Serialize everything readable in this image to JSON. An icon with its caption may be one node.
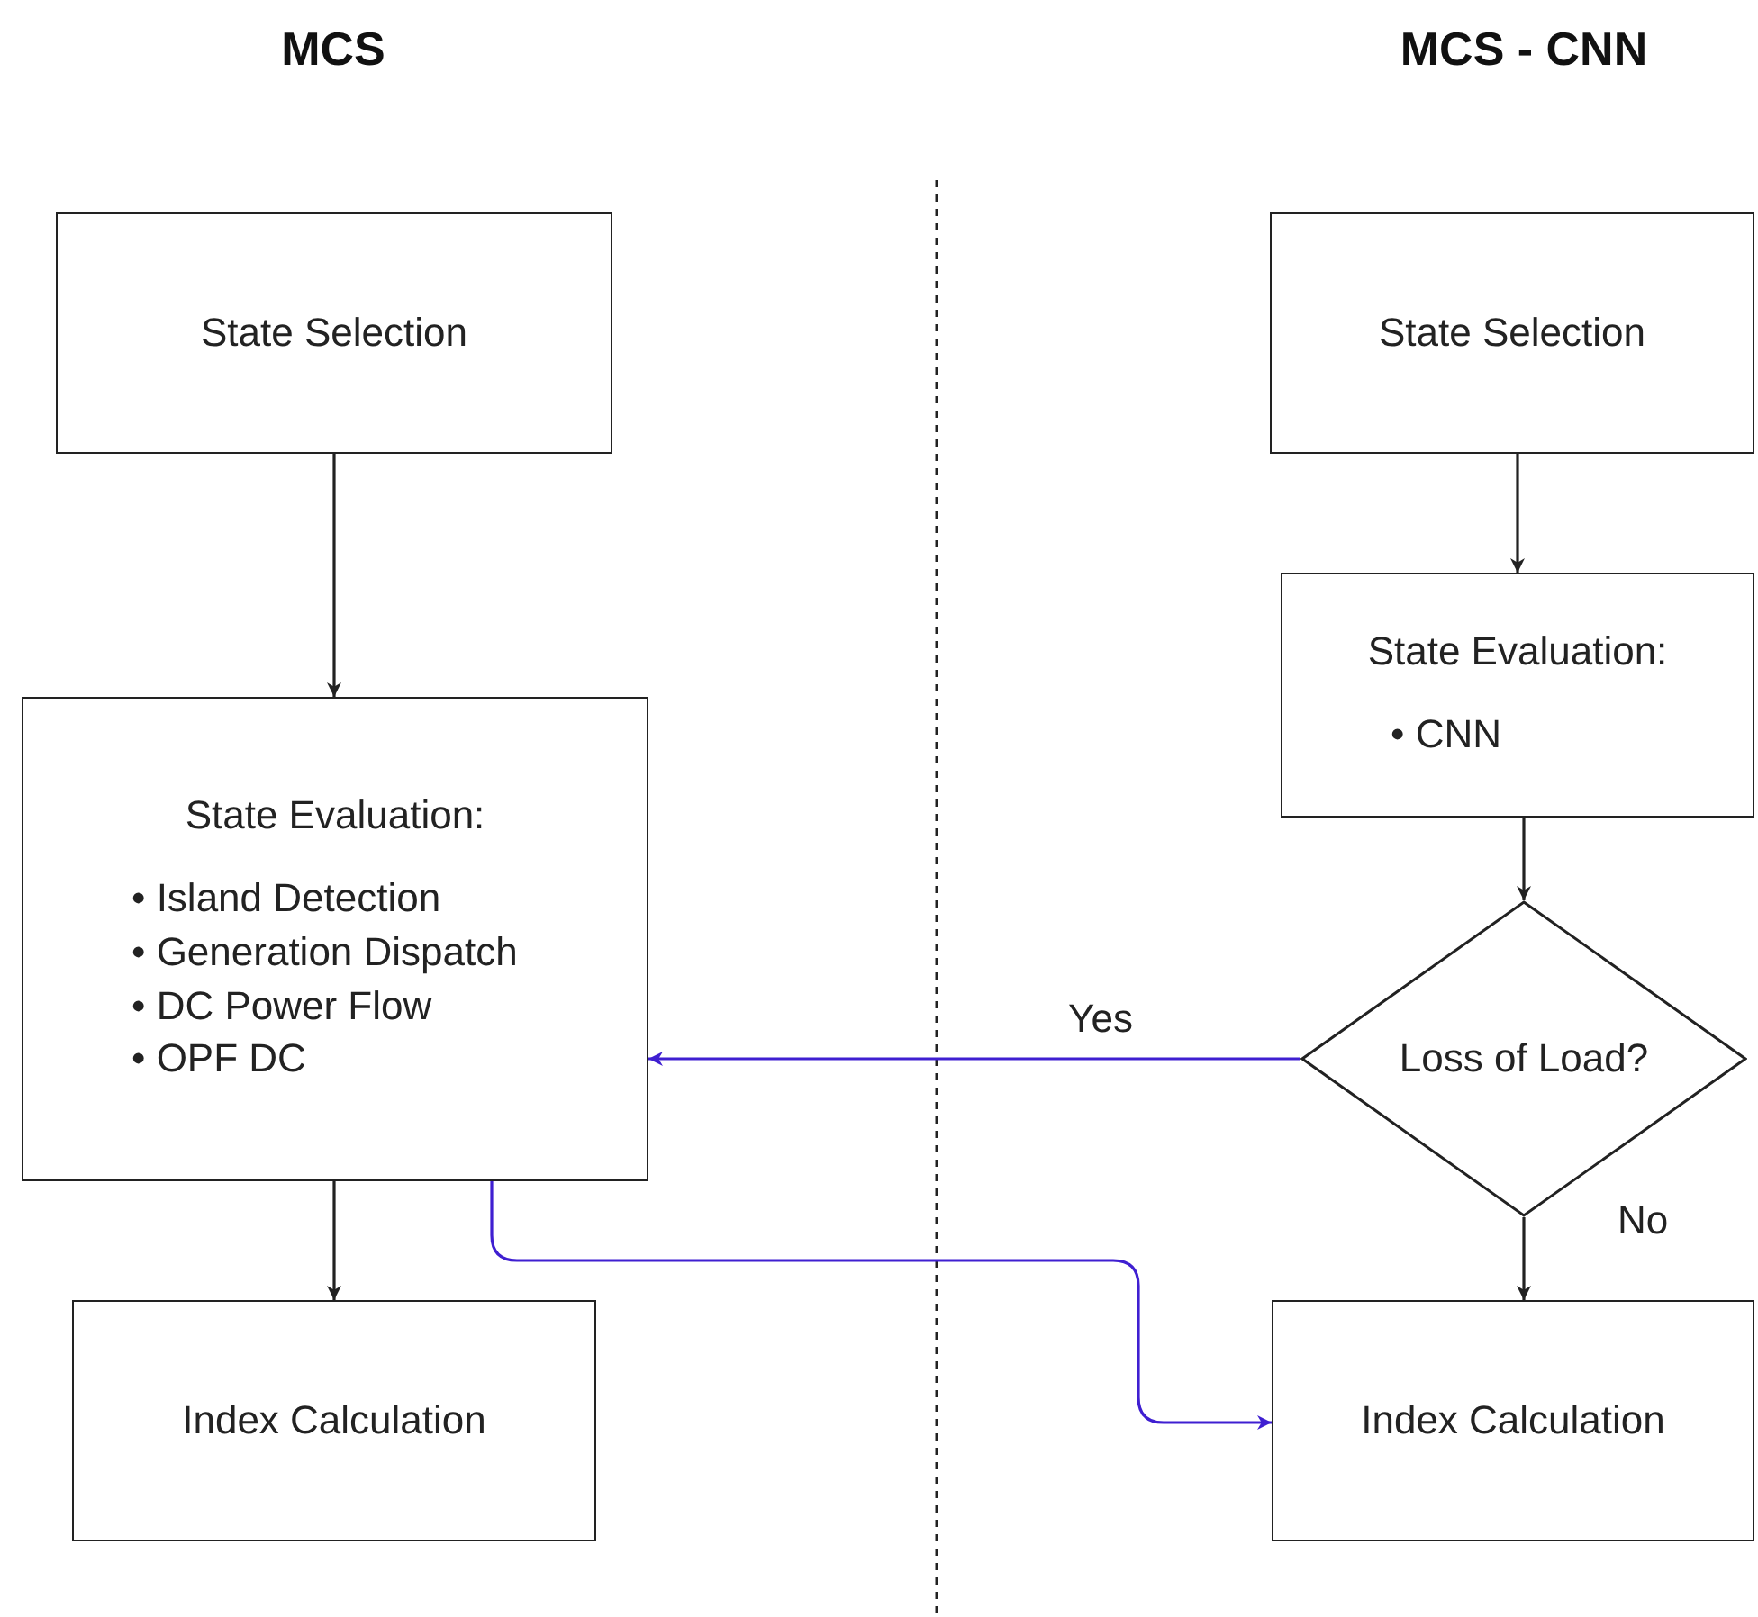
{
  "diagram": {
    "nodes": [
      {
        "text": [
          "State Selection"
        ]
      },
      {
        "text": [
          "State Evaluation:",
          "• Island Detection",
          "• Generation Dispatch",
          "• DC Power Flow",
          "• OPF DC"
        ]
      },
      {
        "text": [
          "Index Calculation"
        ]
      },
      {
        "text": [
          "State Selection"
        ]
      },
      {
        "text": [
          "State Evaluation:",
          "• CNN"
        ]
      },
      {
        "text": [
          "Loss of Load?"
        ]
      },
      {
        "text": [
          "Index Calculation"
        ]
      }
    ],
    "edges": [
      {
        "from": 0,
        "to": 1,
        "arrow": "to"
      },
      {
        "from": 1,
        "to": 2,
        "arrow": "to"
      },
      {
        "from": 3,
        "to": 4,
        "arrow": "to"
      },
      {
        "from": 4,
        "to": 5,
        "arrow": "to"
      },
      {
        "from": 5,
        "to": 1,
        "arrow": "to",
        "label": "Yes",
        "color": "#3f1fd1"
      },
      {
        "from": 5,
        "to": 6,
        "arrow": "to",
        "label": "No"
      },
      {
        "from": 1,
        "to": 6,
        "arrow": "to",
        "color": "#3f1fd1"
      }
    ],
    "labels": [
      "MCS",
      "MCS - CNN"
    ]
  }
}
